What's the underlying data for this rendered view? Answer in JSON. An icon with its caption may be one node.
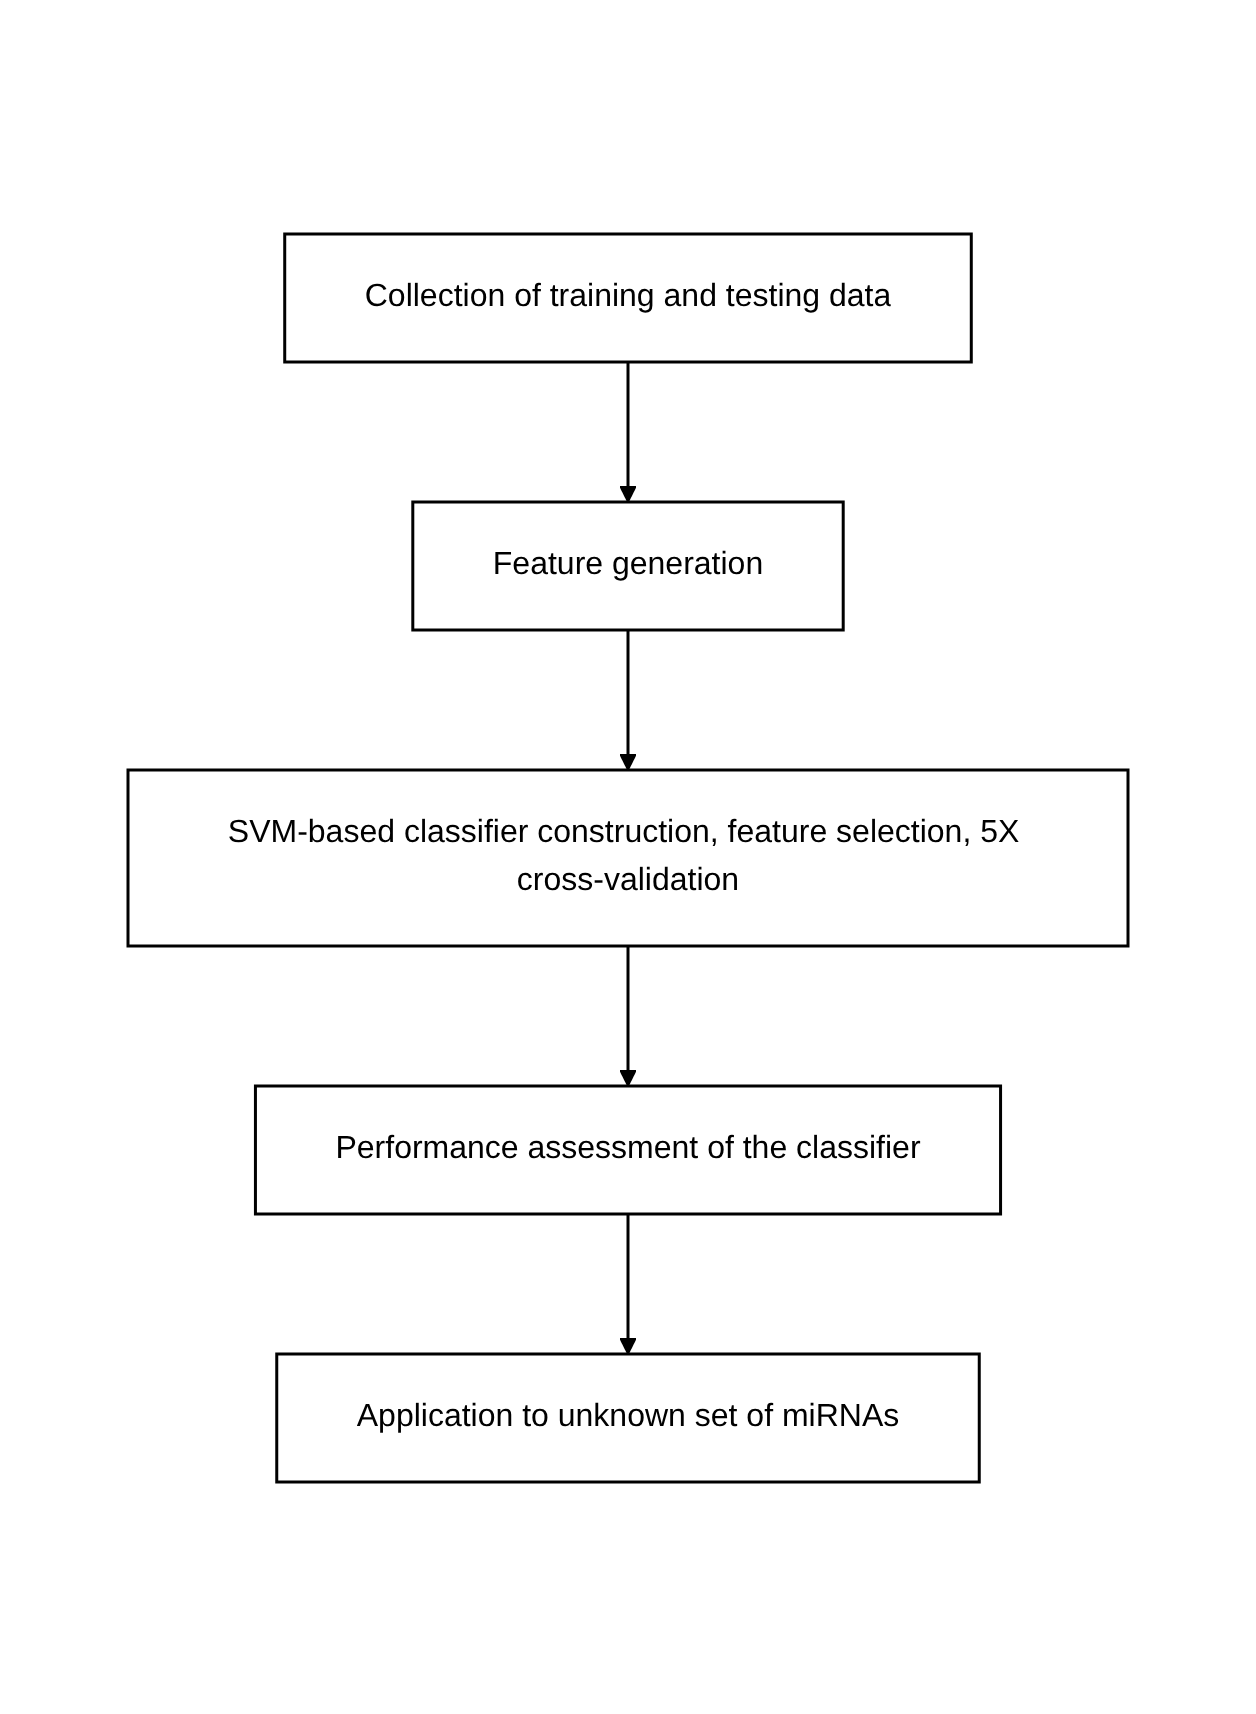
{
  "diagram": {
    "nodes": [
      {
        "text": [
          "Collection of training and testing data"
        ]
      },
      {
        "text": [
          "Feature generation"
        ]
      },
      {
        "text": [
          "SVM-based classifier construction, feature selection, 5X cross-validation"
        ]
      },
      {
        "text": [
          "Performance assessment of the classifier"
        ]
      },
      {
        "text": [
          "Application to unknown set of miRNAs"
        ]
      }
    ],
    "edges": [
      {
        "from": 0,
        "to": 1,
        "arrow": "to"
      },
      {
        "from": 1,
        "to": 2,
        "arrow": "to"
      },
      {
        "from": 2,
        "to": 3,
        "arrow": "to"
      },
      {
        "from": 3,
        "to": 4,
        "arrow": "to"
      }
    ]
  }
}
